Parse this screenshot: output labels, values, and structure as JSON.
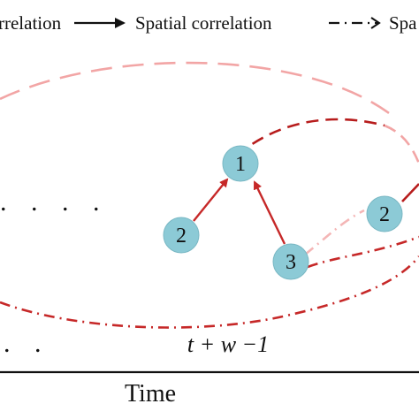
{
  "legend": {
    "temporal_partial": "rrelation",
    "spatial": "Spatial correlation",
    "spatiotemporal_partial": "Spa"
  },
  "nodes": [
    {
      "id": "n1",
      "label": "1"
    },
    {
      "id": "n2a",
      "label": "2"
    },
    {
      "id": "n3",
      "label": "3"
    },
    {
      "id": "n2b",
      "label": "2"
    }
  ],
  "labels": {
    "time_step": "t + w −1",
    "axis": "Time",
    "dots_mid": ". . . .",
    "dots_bottom": ". ."
  },
  "colors": {
    "node_fill": "#8ccad6",
    "node_stroke": "#7ab8c4",
    "arrow_dark_red": "#c62828",
    "dash_dark_red": "#b71c1c",
    "dash_light_red": "#f2a5a5",
    "dashdot_red": "#c62828",
    "dashdot_light": "#f4b6b6",
    "ink": "#111111"
  }
}
